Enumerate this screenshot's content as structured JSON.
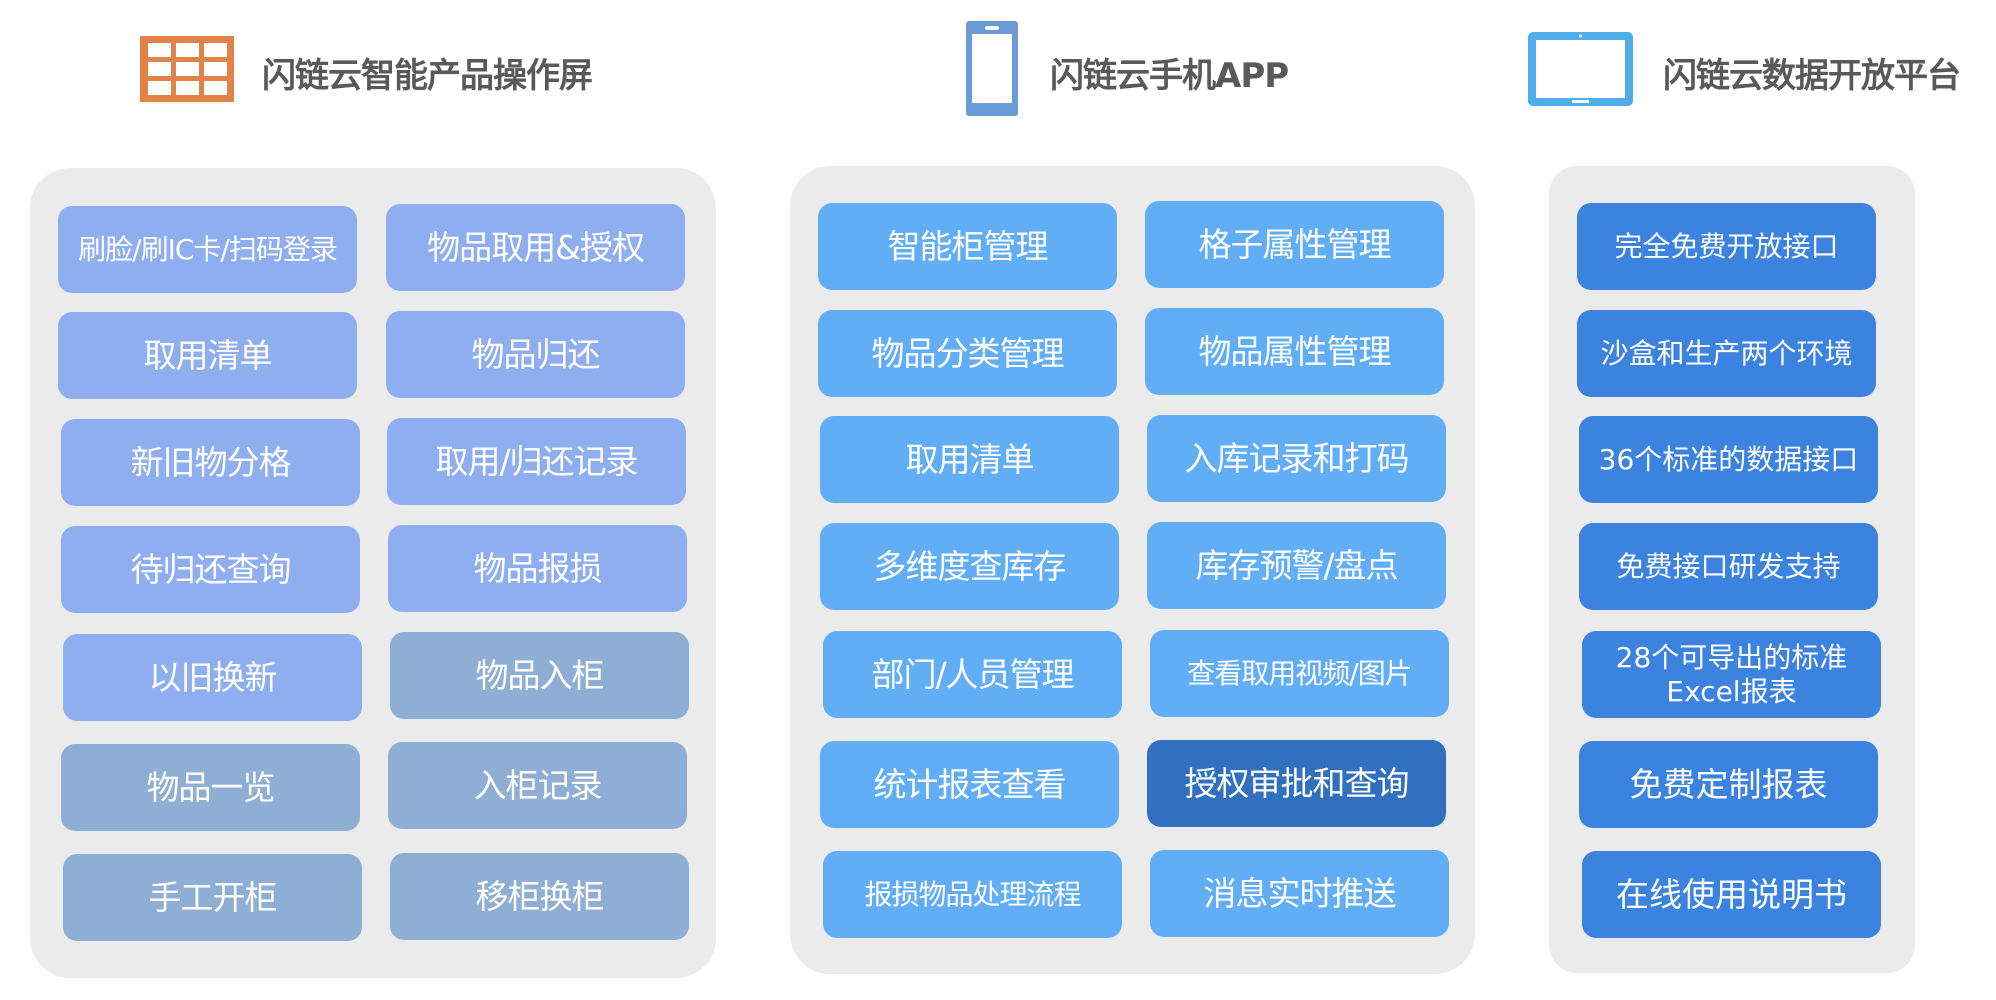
{
  "colors": {
    "title": "#595959",
    "panel_bg": "#EBEBEB",
    "grid_icon": "#E0834A",
    "phone_icon": "#6A9BD4",
    "tablet_icon": "#4FADEA",
    "left_light": "#8FAEF0",
    "left_muted": "#8FAED3",
    "mid_light": "#62AEF6",
    "mid_dark": "#3170BF",
    "right_blue": "#3B83DF"
  },
  "sections": [
    {
      "title": "闪链云智能产品操作屏",
      "icon": "grid-screen-icon",
      "items": [
        {
          "label": "刷脸/刷IC卡/扫码登录",
          "tone": "left_light"
        },
        {
          "label": "物品取用&授权",
          "tone": "left_light"
        },
        {
          "label": "取用清单",
          "tone": "left_light"
        },
        {
          "label": "物品归还",
          "tone": "left_light"
        },
        {
          "label": "新旧物分格",
          "tone": "left_light"
        },
        {
          "label": "取用/归还记录",
          "tone": "left_light"
        },
        {
          "label": "待归还查询",
          "tone": "left_light"
        },
        {
          "label": "物品报损",
          "tone": "left_light"
        },
        {
          "label": "以旧换新",
          "tone": "left_light"
        },
        {
          "label": "物品入柜",
          "tone": "left_muted"
        },
        {
          "label": "物品一览",
          "tone": "left_muted"
        },
        {
          "label": "入柜记录",
          "tone": "left_muted"
        },
        {
          "label": "手工开柜",
          "tone": "left_muted"
        },
        {
          "label": "移柜换柜",
          "tone": "left_muted"
        }
      ]
    },
    {
      "title": "闪链云手机APP",
      "icon": "smartphone-icon",
      "items": [
        {
          "label": "智能柜管理",
          "tone": "mid_light"
        },
        {
          "label": "格子属性管理",
          "tone": "mid_light"
        },
        {
          "label": "物品分类管理",
          "tone": "mid_light"
        },
        {
          "label": "物品属性管理",
          "tone": "mid_light"
        },
        {
          "label": "取用清单",
          "tone": "mid_light"
        },
        {
          "label": "入库记录和打码",
          "tone": "mid_light"
        },
        {
          "label": "多维度查库存",
          "tone": "mid_light"
        },
        {
          "label": "库存预警/盘点",
          "tone": "mid_light"
        },
        {
          "label": "部门/人员管理",
          "tone": "mid_light"
        },
        {
          "label": "查看取用视频/图片",
          "tone": "mid_light"
        },
        {
          "label": "统计报表查看",
          "tone": "mid_light"
        },
        {
          "label": "授权审批和查询",
          "tone": "mid_dark"
        },
        {
          "label": "报损物品处理流程",
          "tone": "mid_light"
        },
        {
          "label": "消息实时推送",
          "tone": "mid_light"
        }
      ]
    },
    {
      "title": "闪链云数据开放平台",
      "icon": "tablet-icon",
      "items": [
        {
          "label": "完全免费开放接口",
          "tone": "right_blue"
        },
        {
          "label": "沙盒和生产两个环境",
          "tone": "right_blue"
        },
        {
          "label": "36个标准的数据接口",
          "tone": "right_blue"
        },
        {
          "label": "免费接口研发支持",
          "tone": "right_blue"
        },
        {
          "label": "28个可导出的标准Excel报表",
          "tone": "right_blue"
        },
        {
          "label": "免费定制报表",
          "tone": "right_blue"
        },
        {
          "label": "在线使用说明书",
          "tone": "right_blue"
        }
      ]
    }
  ]
}
